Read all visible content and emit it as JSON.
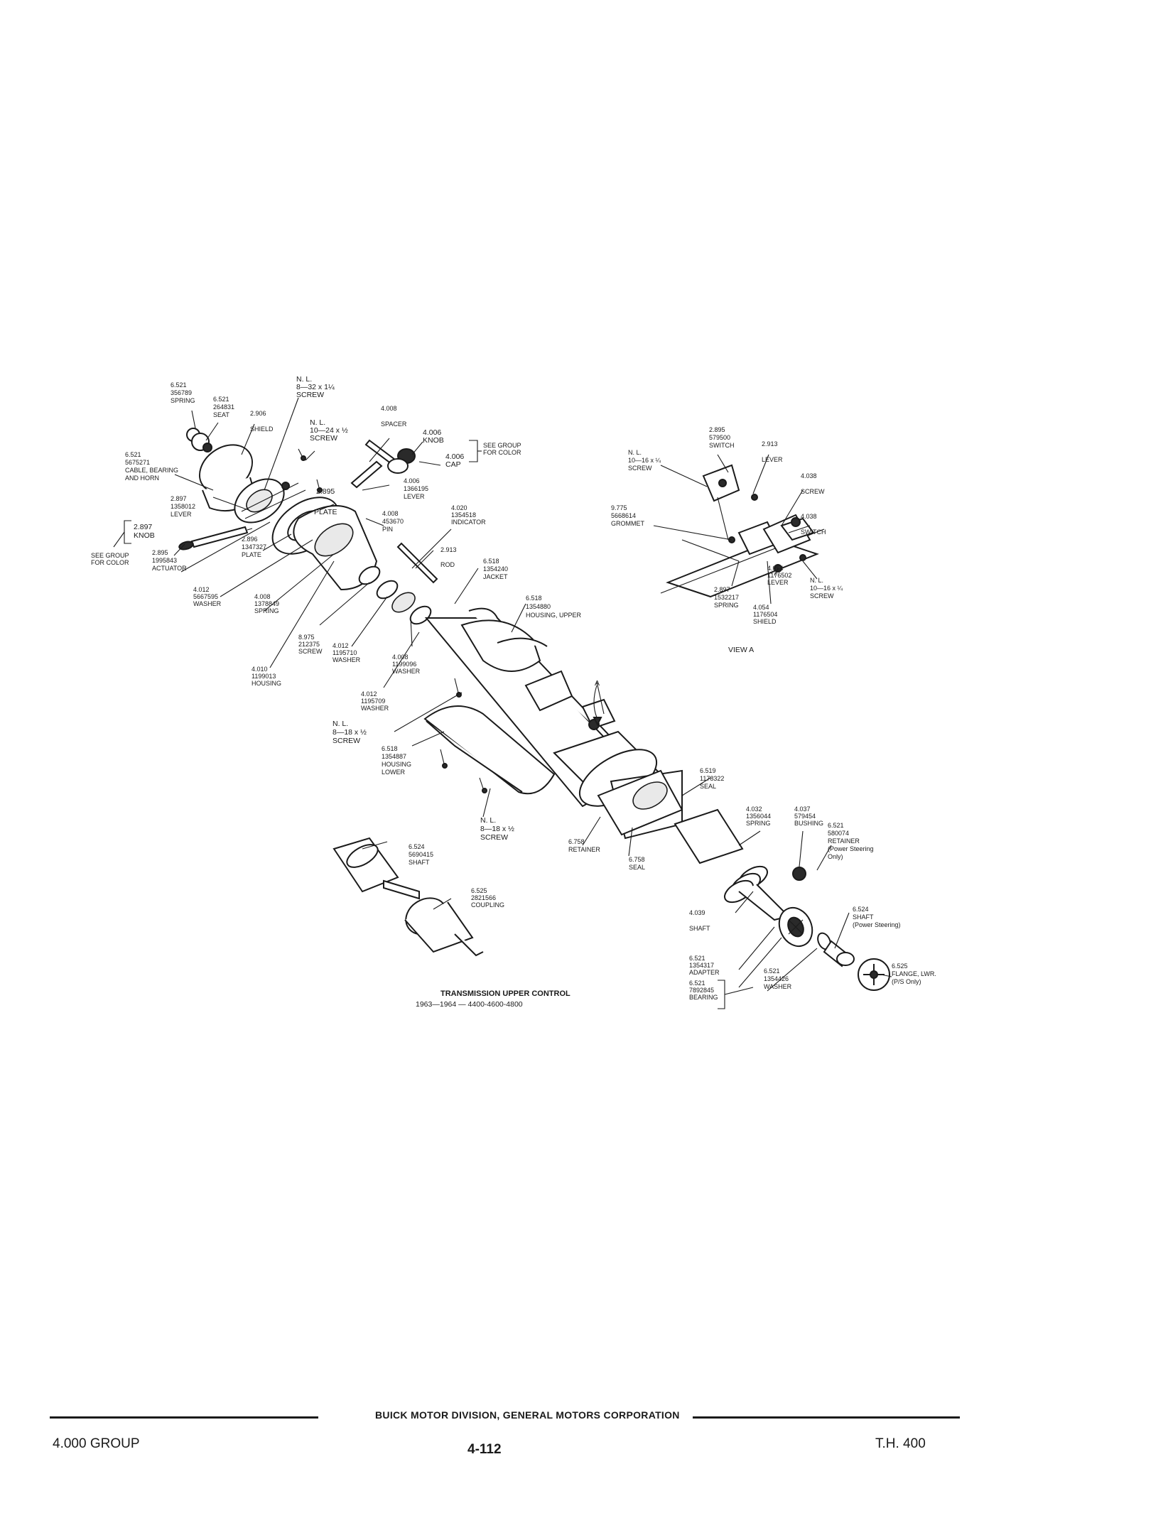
{
  "labels": {
    "l01": [
      "6.521",
      "356789",
      "SPRING"
    ],
    "l02": [
      "6.521",
      "264831",
      "SEAT"
    ],
    "l03": [
      "2.906",
      "SHIELD"
    ],
    "l04": [
      "N. L.",
      "8—32 x 1¼",
      "SCREW"
    ],
    "l05": [
      "N. L.",
      "10—24 x ½",
      "SCREW"
    ],
    "l06": [
      "4.008",
      "SPACER"
    ],
    "l07": [
      "4.006",
      "KNOB"
    ],
    "l08": [
      "4.006",
      "CAP"
    ],
    "l09": [
      "SEE GROUP",
      "FOR COLOR"
    ],
    "l10": [
      "6.521",
      "5675271",
      "CABLE, BEARING",
      "AND HORN"
    ],
    "l11": [
      "2.895"
    ],
    "l12": [
      "4.006",
      "1366195",
      "LEVER"
    ],
    "l13": [
      "2.897",
      "1358012",
      "LEVER"
    ],
    "l14": [
      "PLATE"
    ],
    "l15": [
      "4.008",
      "453670",
      "PIN"
    ],
    "l16": [
      "4.020",
      "1354518",
      "INDICATOR"
    ],
    "l17": [
      "2.897",
      "KNOB"
    ],
    "l18": [
      "SEE GROUP",
      "FOR COLOR"
    ],
    "l19": [
      "2.895",
      "1995843",
      "ACTUATOR"
    ],
    "l20": [
      "2.896",
      "1347327",
      "PLATE"
    ],
    "l21": [
      "2.913",
      "ROD"
    ],
    "l22": [
      "6.518",
      "1354240",
      "JACKET"
    ],
    "l23": [
      "4.012",
      "5667595",
      "WASHER"
    ],
    "l24": [
      "4.008",
      "1378849",
      "SPRING"
    ],
    "l25": [
      "6.518",
      "1354880",
      "HOUSING, UPPER"
    ],
    "l26": [
      "8.975",
      "212375",
      "SCREW"
    ],
    "l27": [
      "4.012",
      "1195710",
      "WASHER"
    ],
    "l28": [
      "4.008",
      "1199096",
      "WASHER"
    ],
    "l29": [
      "4.010",
      "1199013",
      "HOUSING"
    ],
    "l30": [
      "4.012",
      "1195709",
      "WASHER"
    ],
    "l31": [
      "A"
    ],
    "l32": [
      "N. L.",
      "8—18 x ½",
      "SCREW"
    ],
    "l33": [
      "6.518",
      "1354887",
      "HOUSING",
      "LOWER"
    ],
    "l34": [
      "6.519",
      "1178322",
      "SEAL"
    ],
    "l35": [
      "4.032",
      "1356044",
      "SPRING"
    ],
    "l36": [
      "4.037",
      "579454",
      "BUSHING"
    ],
    "l37": [
      "N. L.",
      "8—18 x ½",
      "SCREW"
    ],
    "l38": [
      "6.758",
      "RETAINER"
    ],
    "l39": [
      "6.758",
      "SEAL"
    ],
    "l40": [
      "6.521",
      "580074",
      "RETAINER",
      "(Power Steering",
      "Only)"
    ],
    "l41": [
      "6.524",
      "5690415",
      "SHAFT"
    ],
    "l42": [
      "6.525",
      "2821566",
      "COUPLING"
    ],
    "l43": [
      "4.039",
      "SHAFT"
    ],
    "l44": [
      "6.524",
      "SHAFT",
      "(Power Steering)"
    ],
    "l45": [
      "6.521",
      "1354317",
      "ADAPTER"
    ],
    "l46": [
      "6.521",
      "7892845",
      "BEARING"
    ],
    "l47": [
      "6.521",
      "1354426",
      "WASHER"
    ],
    "l48": [
      "6.525",
      "FLANGE, LWR.",
      "(P/S Only)"
    ],
    "v01": [
      "2.895",
      "579500",
      "SWITCH"
    ],
    "v02": [
      "N. L.",
      "10—16 x ¼",
      "SCREW"
    ],
    "v03": [
      "2.913",
      "LEVER"
    ],
    "v04": [
      "4.038",
      "SCREW"
    ],
    "v05": [
      "9.775",
      "5668614",
      "GROMMET"
    ],
    "v06": [
      "4.038",
      "SWITCH"
    ],
    "v07": [
      "4.054",
      "1176502",
      "LEVER"
    ],
    "v08": [
      "N. L.",
      "10—16 x ¼",
      "SCREW"
    ],
    "v09": [
      "2.897",
      "1532217",
      "SPRING"
    ],
    "v10": [
      "4.054",
      "1176504",
      "SHIELD"
    ],
    "v11": [
      "VIEW A"
    ]
  },
  "caption": {
    "line1": "TRANSMISSION UPPER CONTROL",
    "line2": "1963—1964 — 4400-4600-4800"
  },
  "footer": {
    "company": "BUICK MOTOR DIVISION, GENERAL MOTORS CORPORATION",
    "group": "4.000 GROUP",
    "page": "4-112",
    "model": "T.H. 400"
  }
}
